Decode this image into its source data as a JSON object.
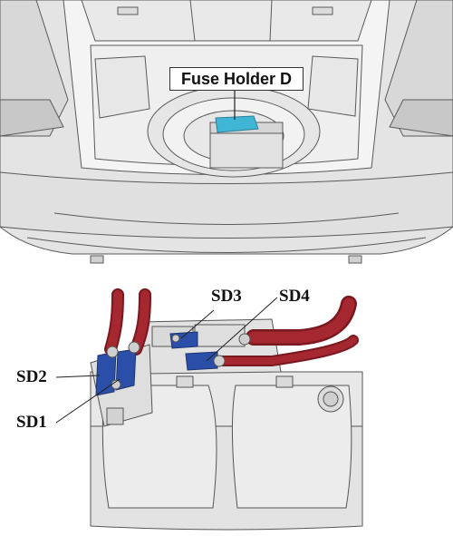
{
  "callout": {
    "fuse_holder_label": "Fuse Holder D"
  },
  "labels": {
    "sd1": "SD1",
    "sd2": "SD2",
    "sd3": "SD3",
    "sd4": "SD4"
  },
  "colors": {
    "car_body": "#eeeeee",
    "outline": "#555555",
    "fuse_holder_highlight": "#3fb6d6",
    "fuse_blue": "#2b4fa8",
    "cable_red": "#a0222a",
    "battery": "#e6e6e6"
  }
}
